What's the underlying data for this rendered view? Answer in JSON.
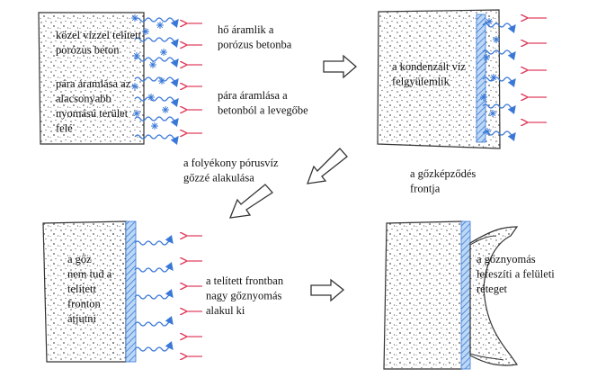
{
  "panels": {
    "top_left": {
      "saturated_concrete": "közel vízzel telített\nporózus beton",
      "vapor_flow": "pára áramlása az\nalacsonyabb\nnyomású terület\nfelé"
    },
    "top_middle": {
      "heat_flow": "hő áramlik a\nporózus betonba",
      "vapor_out": "pára áramlása a\nbetonból a levegőbe"
    },
    "top_right": {
      "condensed_water": "a kondenzált víz\nfelgyülemlik",
      "vapor_front": "a gőzképződés\nfrontja"
    },
    "center": {
      "pore_water": "a folyékony pórusvíz\ngőzzé alakulása"
    },
    "bottom_left": {
      "steam_blocked": "a gőz\nnem tud a\ntelített\nfronton\nátjutni"
    },
    "bottom_middle": {
      "high_pressure": "a telített frontban\nnagy gőznyomás\nalakul ki"
    },
    "bottom_right": {
      "spalling": "a gőznyomás\nlefeszíti a felületi\nréteget"
    }
  },
  "colors": {
    "heat_arrow": "#e04060",
    "vapor": "#3a78d8",
    "front_fill": "#bcd8f5",
    "outline": "#333333",
    "stipple": "#555555"
  }
}
